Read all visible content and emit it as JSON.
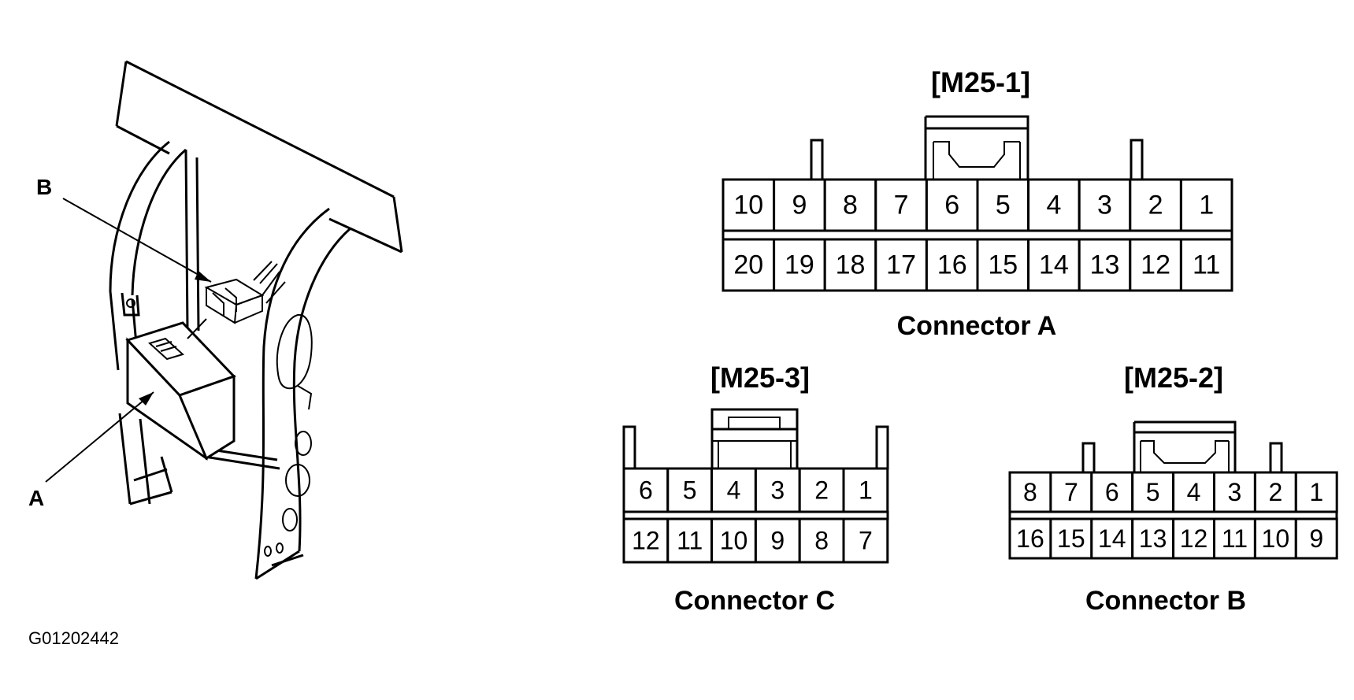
{
  "figure_id": "G01202442",
  "location_view": {
    "callouts": {
      "a": "A",
      "b": "B"
    }
  },
  "connectors": [
    {
      "key": "a",
      "header": "[M25-1]",
      "caption": "Connector A",
      "top_row": [
        "10",
        "9",
        "8",
        "7",
        "6",
        "5",
        "4",
        "3",
        "2",
        "1"
      ],
      "bottom_row": [
        "20",
        "19",
        "18",
        "17",
        "16",
        "15",
        "14",
        "13",
        "12",
        "11"
      ]
    },
    {
      "key": "c",
      "header": "[M25-3]",
      "caption": "Connector C",
      "top_row": [
        "6",
        "5",
        "4",
        "3",
        "2",
        "1"
      ],
      "bottom_row": [
        "12",
        "11",
        "10",
        "9",
        "8",
        "7"
      ]
    },
    {
      "key": "b",
      "header": "[M25-2]",
      "caption": "Connector B",
      "top_row": [
        "8",
        "7",
        "6",
        "5",
        "4",
        "3",
        "2",
        "1"
      ],
      "bottom_row": [
        "16",
        "15",
        "14",
        "13",
        "12",
        "11",
        "10",
        "9"
      ]
    }
  ]
}
